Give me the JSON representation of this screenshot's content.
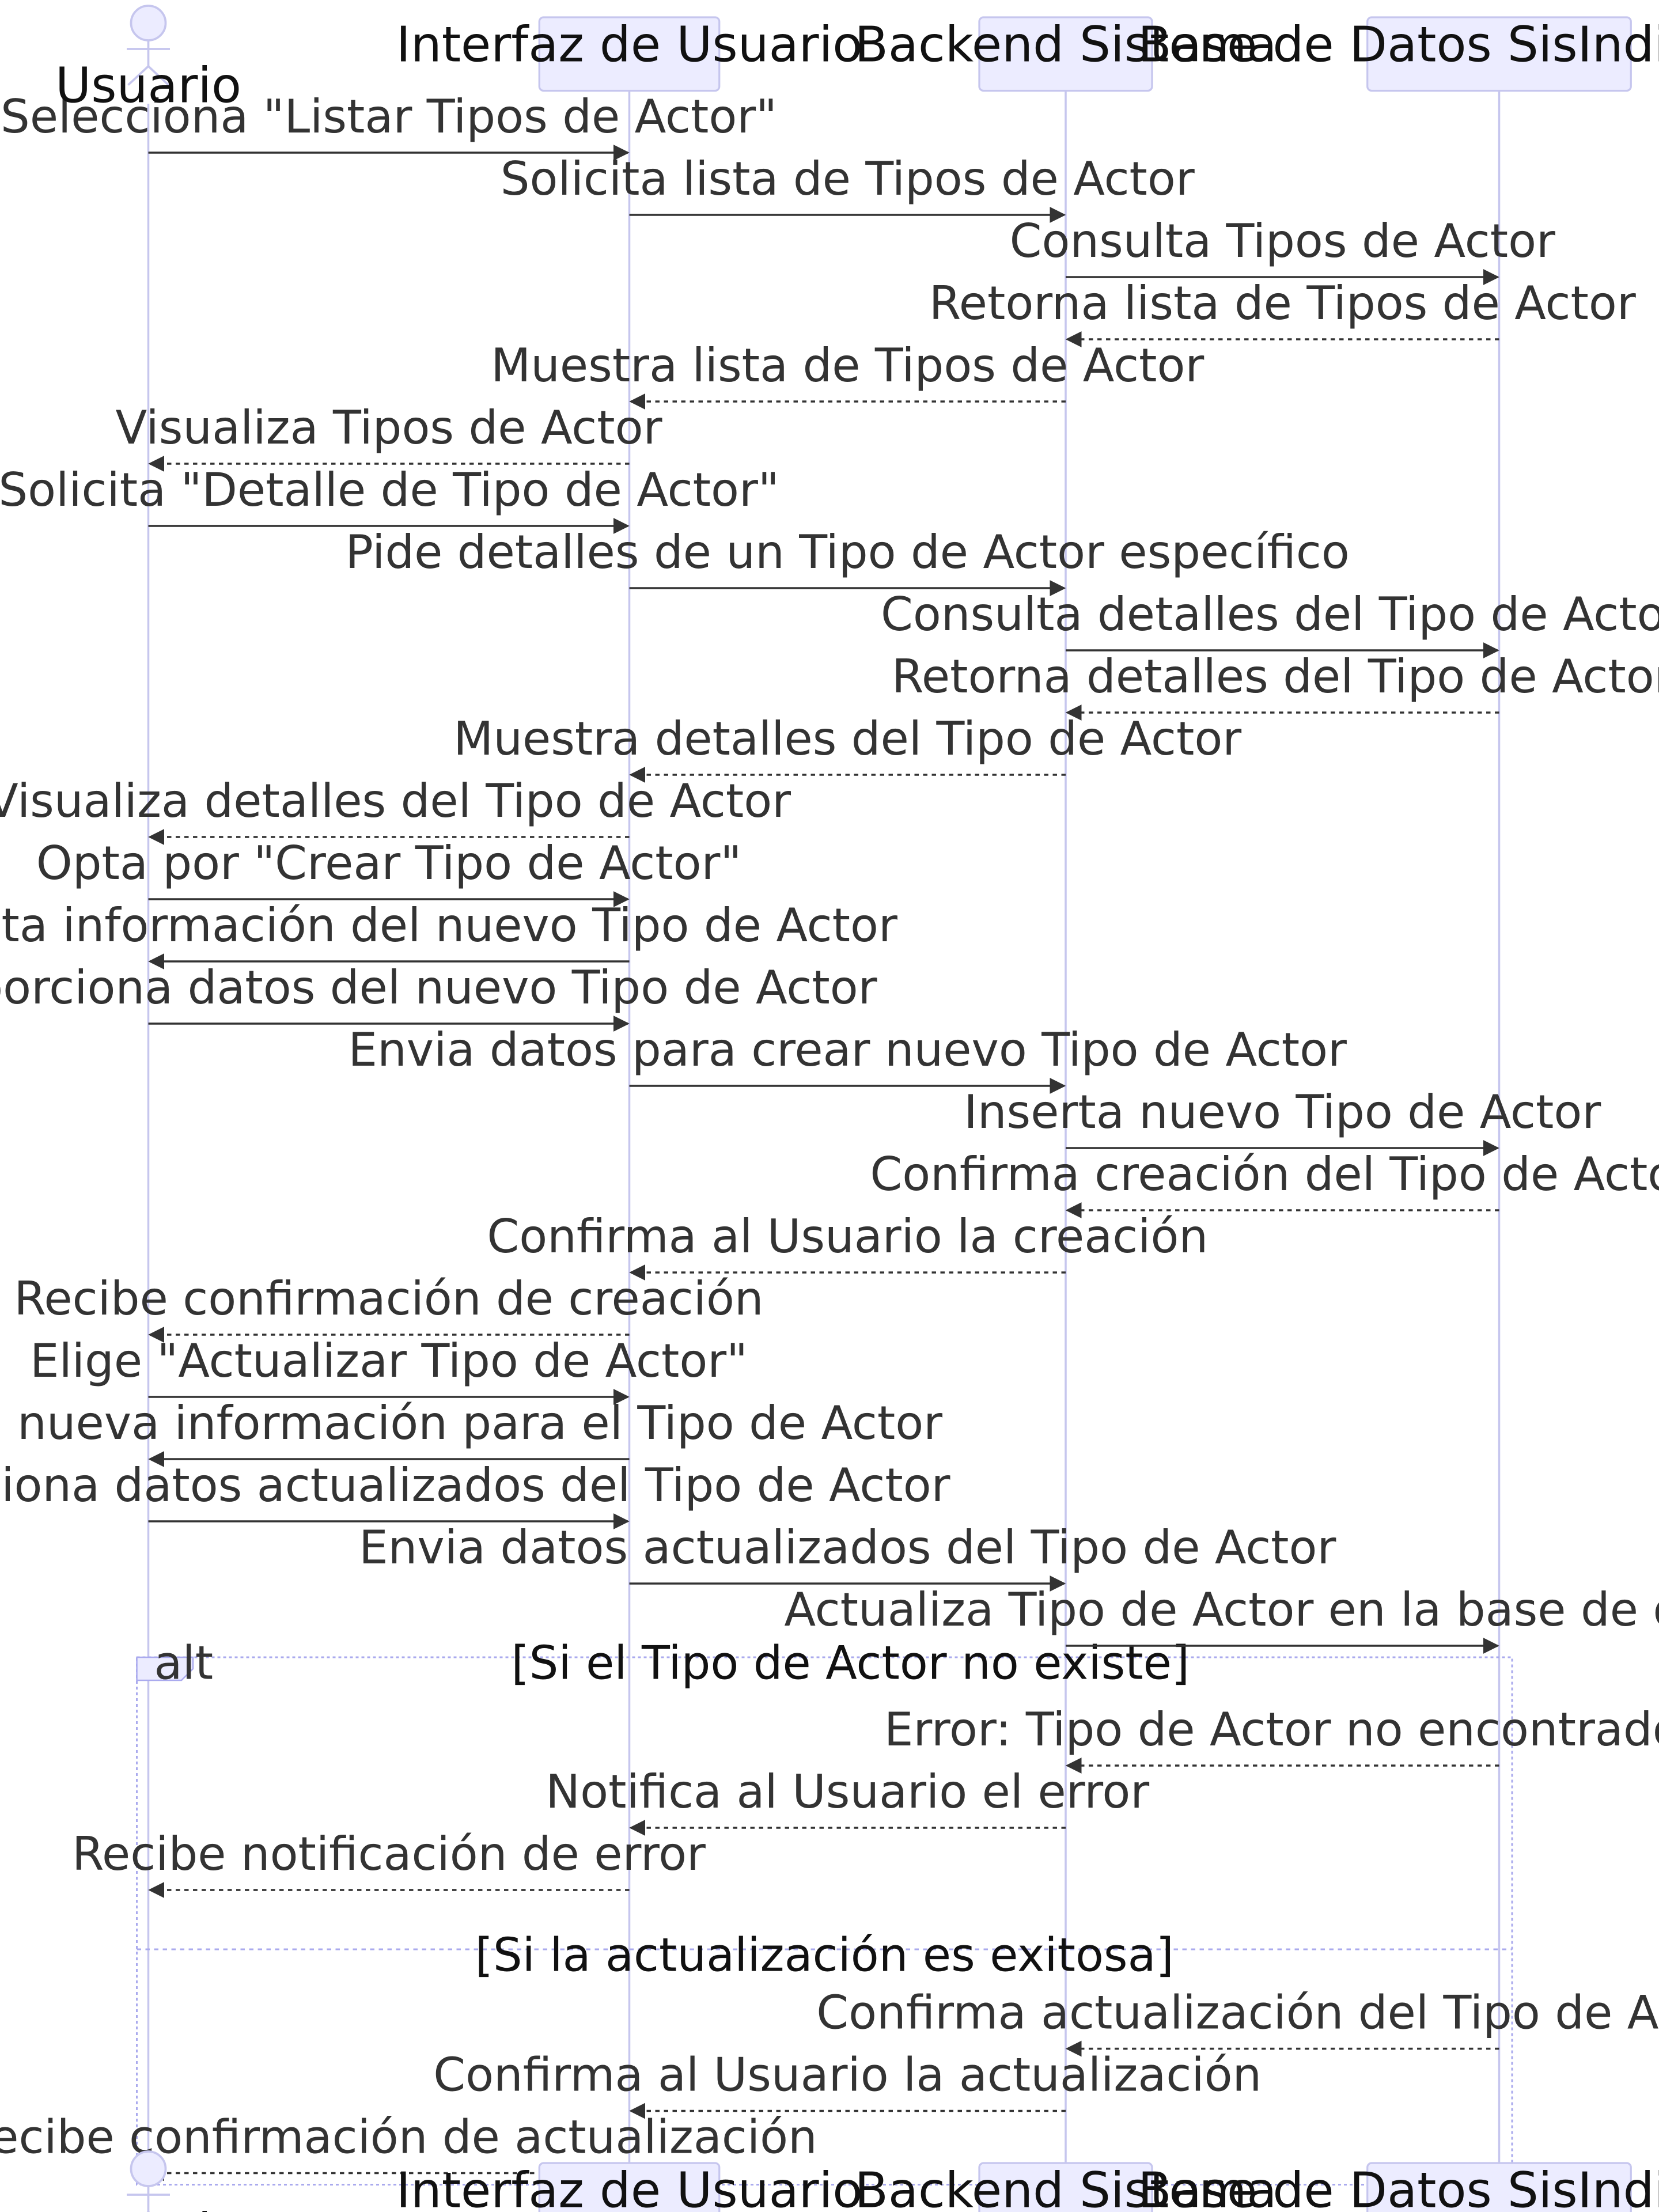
{
  "participants": [
    {
      "id": "usuario",
      "label": "Usuario",
      "kind": "actor"
    },
    {
      "id": "ui",
      "label": "Interfaz de Usuario",
      "kind": "box"
    },
    {
      "id": "backend",
      "label": "Backend Sistema",
      "kind": "box"
    },
    {
      "id": "db",
      "label": "Base de Datos SisIndicadores",
      "kind": "box"
    }
  ],
  "messages": [
    {
      "from": "usuario",
      "to": "ui",
      "style": "solid",
      "text": "Selecciona \"Listar Tipos de Actor\""
    },
    {
      "from": "ui",
      "to": "backend",
      "style": "solid",
      "text": "Solicita lista de Tipos de Actor"
    },
    {
      "from": "backend",
      "to": "db",
      "style": "solid",
      "text": "Consulta Tipos de Actor"
    },
    {
      "from": "db",
      "to": "backend",
      "style": "dashed",
      "text": "Retorna lista de Tipos de Actor"
    },
    {
      "from": "backend",
      "to": "ui",
      "style": "dashed",
      "text": "Muestra lista de Tipos de Actor"
    },
    {
      "from": "ui",
      "to": "usuario",
      "style": "dashed",
      "text": "Visualiza Tipos de Actor"
    },
    {
      "from": "usuario",
      "to": "ui",
      "style": "solid",
      "text": "Solicita \"Detalle de Tipo de Actor\""
    },
    {
      "from": "ui",
      "to": "backend",
      "style": "solid",
      "text": "Pide detalles de un Tipo de Actor específico"
    },
    {
      "from": "backend",
      "to": "db",
      "style": "solid",
      "text": "Consulta detalles del Tipo de Actor"
    },
    {
      "from": "db",
      "to": "backend",
      "style": "dashed",
      "text": "Retorna detalles del Tipo de Actor"
    },
    {
      "from": "backend",
      "to": "ui",
      "style": "dashed",
      "text": "Muestra detalles del Tipo de Actor"
    },
    {
      "from": "ui",
      "to": "usuario",
      "style": "dashed",
      "text": "Visualiza detalles del Tipo de Actor"
    },
    {
      "from": "usuario",
      "to": "ui",
      "style": "solid",
      "text": "Opta por \"Crear Tipo de Actor\""
    },
    {
      "from": "ui",
      "to": "usuario",
      "style": "solid",
      "text": "Solicita información del nuevo Tipo de Actor"
    },
    {
      "from": "usuario",
      "to": "ui",
      "style": "solid",
      "text": "Proporciona datos del nuevo Tipo de Actor"
    },
    {
      "from": "ui",
      "to": "backend",
      "style": "solid",
      "text": "Envia datos para crear nuevo Tipo de Actor"
    },
    {
      "from": "backend",
      "to": "db",
      "style": "solid",
      "text": "Inserta nuevo Tipo de Actor"
    },
    {
      "from": "db",
      "to": "backend",
      "style": "dashed",
      "text": "Confirma creación del Tipo de Actor"
    },
    {
      "from": "backend",
      "to": "ui",
      "style": "dashed",
      "text": "Confirma al Usuario la creación"
    },
    {
      "from": "ui",
      "to": "usuario",
      "style": "dashed",
      "text": "Recibe confirmación de creación"
    },
    {
      "from": "usuario",
      "to": "ui",
      "style": "solid",
      "text": "Elige \"Actualizar Tipo de Actor\""
    },
    {
      "from": "ui",
      "to": "usuario",
      "style": "solid",
      "text": "Solicita nueva información para el Tipo de Actor"
    },
    {
      "from": "usuario",
      "to": "ui",
      "style": "solid",
      "text": "Proporciona datos actualizados del Tipo de Actor"
    },
    {
      "from": "ui",
      "to": "backend",
      "style": "solid",
      "text": "Envia datos actualizados del Tipo de Actor"
    },
    {
      "from": "backend",
      "to": "db",
      "style": "solid",
      "text": "Actualiza Tipo de Actor en la base de datos"
    },
    {
      "from": "db",
      "to": "backend",
      "style": "dashed",
      "text": "Error: Tipo de Actor no encontrado"
    },
    {
      "from": "backend",
      "to": "ui",
      "style": "dashed",
      "text": "Notifica al Usuario el error"
    },
    {
      "from": "ui",
      "to": "usuario",
      "style": "dashed",
      "text": "Recibe notificación de error"
    },
    {
      "from": "db",
      "to": "backend",
      "style": "dashed",
      "text": "Confirma actualización del Tipo de Actor"
    },
    {
      "from": "backend",
      "to": "ui",
      "style": "dashed",
      "text": "Confirma al Usuario la actualización"
    },
    {
      "from": "ui",
      "to": "usuario",
      "style": "dashed",
      "text": "Recibe confirmación de actualización"
    }
  ],
  "alt_fragment": {
    "keyword": "alt",
    "sections": [
      {
        "condition": "[Si el Tipo de Actor no existe]"
      },
      {
        "condition": "[Si la actualización es exitosa]"
      }
    ]
  },
  "colors": {
    "box_fill": "#ECECFF",
    "box_stroke": "#C6C6EE",
    "lifeline": "#C6C6EE",
    "arrow": "#333333",
    "fragment_stroke": "#AAAAEE"
  }
}
